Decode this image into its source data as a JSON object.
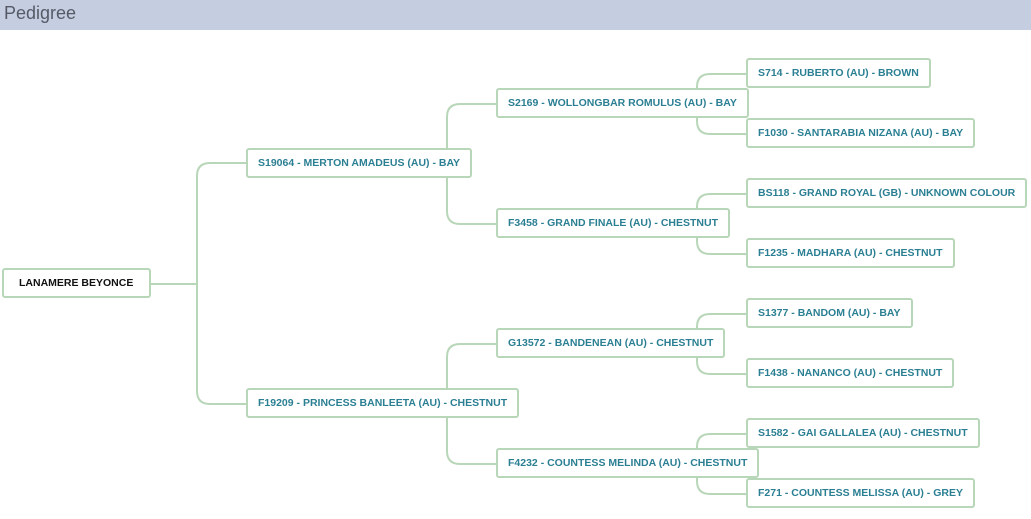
{
  "header": {
    "title": "Pedigree"
  },
  "pedigree": {
    "subject": "LANAMERE BEYONCE",
    "sire": {
      "label": "S19064 - MERTON AMADEUS (AU) - BAY",
      "sire": {
        "label": "S2169 - WOLLONGBAR ROMULUS (AU) - BAY",
        "sire": {
          "label": "S714 - RUBERTO (AU) - BROWN"
        },
        "dam": {
          "label": "F1030 - SANTARABIA NIZANA (AU) - BAY"
        }
      },
      "dam": {
        "label": "F3458 - GRAND FINALE (AU) - CHESTNUT",
        "sire": {
          "label": "BS118 - GRAND ROYAL (GB) - UNKNOWN COLOUR"
        },
        "dam": {
          "label": "F1235 - MADHARA (AU) - CHESTNUT"
        }
      }
    },
    "dam": {
      "label": "F19209 - PRINCESS BANLEETA (AU) - CHESTNUT",
      "sire": {
        "label": "G13572 - BANDENEAN (AU) - CHESTNUT",
        "sire": {
          "label": "S1377 - BANDOM (AU) - BAY"
        },
        "dam": {
          "label": "F1438 - NANANCO (AU) - CHESTNUT"
        }
      },
      "dam": {
        "label": "F4232 - COUNTESS MELINDA (AU) - CHESTNUT",
        "sire": {
          "label": "S1582 - GAI GALLALEA (AU) - CHESTNUT"
        },
        "dam": {
          "label": "F271 - COUNTESS MELISSA (AU) - GREY"
        }
      }
    }
  },
  "colors": {
    "header_bg": "#c5cde0",
    "connector": "#b8d6b8",
    "node_border": "#b8d6b8",
    "node_text": "#2b7f93",
    "root_text": "#111111"
  }
}
